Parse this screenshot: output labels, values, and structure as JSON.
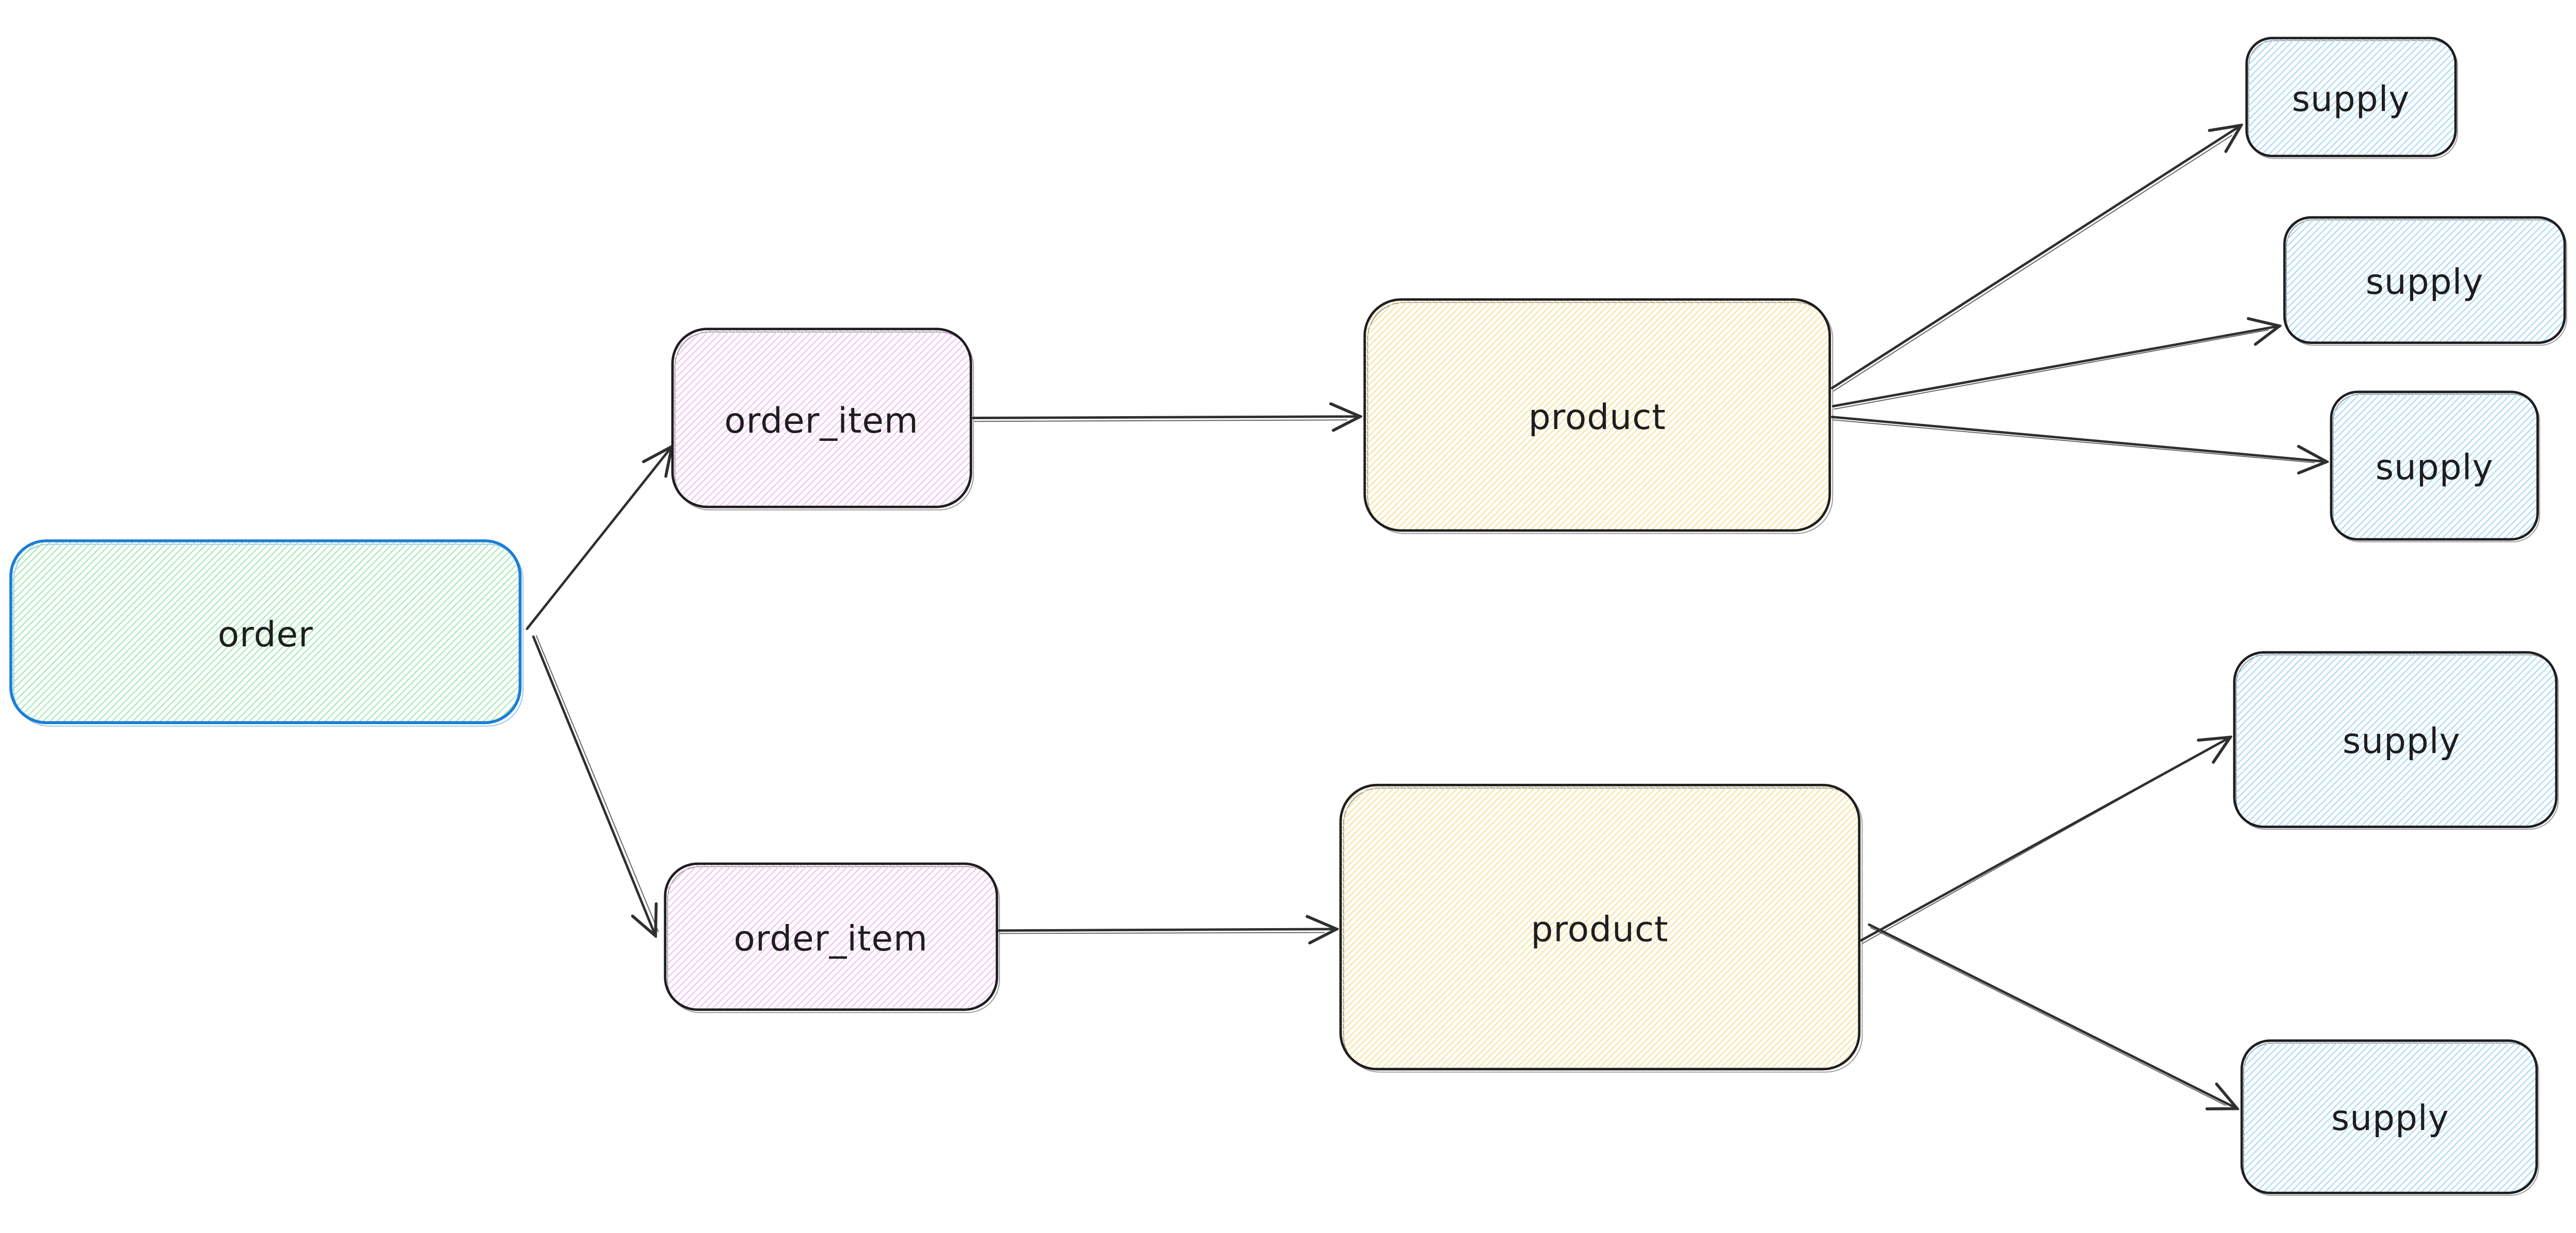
{
  "nodes": [
    {
      "id": "order",
      "label": "order",
      "fill": "green",
      "border": "blue"
    },
    {
      "id": "order_item_1",
      "label": "order_item",
      "fill": "violet",
      "border": "dark"
    },
    {
      "id": "order_item_2",
      "label": "order_item",
      "fill": "violet",
      "border": "dark"
    },
    {
      "id": "product_1",
      "label": "product",
      "fill": "yellow",
      "border": "dark"
    },
    {
      "id": "product_2",
      "label": "product",
      "fill": "yellow",
      "border": "dark"
    },
    {
      "id": "supply_1",
      "label": "supply",
      "fill": "blue",
      "border": "dark"
    },
    {
      "id": "supply_2",
      "label": "supply",
      "fill": "blue",
      "border": "dark"
    },
    {
      "id": "supply_3",
      "label": "supply",
      "fill": "blue",
      "border": "dark"
    },
    {
      "id": "supply_4",
      "label": "supply",
      "fill": "blue",
      "border": "dark"
    },
    {
      "id": "supply_5",
      "label": "supply",
      "fill": "blue",
      "border": "dark"
    }
  ],
  "edges": [
    {
      "from": "order",
      "to": "order_item_1"
    },
    {
      "from": "order",
      "to": "order_item_2"
    },
    {
      "from": "order_item_1",
      "to": "product_1"
    },
    {
      "from": "order_item_2",
      "to": "product_2"
    },
    {
      "from": "product_1",
      "to": "supply_1"
    },
    {
      "from": "product_1",
      "to": "supply_2"
    },
    {
      "from": "product_1",
      "to": "supply_3"
    },
    {
      "from": "product_2",
      "to": "supply_4"
    },
    {
      "from": "product_2",
      "to": "supply_5"
    }
  ],
  "colors": {
    "stroke_dark": "#1e1e1e",
    "arrow": "#2f2f2f",
    "order_border": "#1c7ed6",
    "hatch_green": "#9fe8af",
    "hatch_violet": "#f0bdf2",
    "hatch_yellow": "#f6e096",
    "hatch_blue": "#a5d8f7",
    "label": "#1e1e1e",
    "canvas_bg": "#ffffff"
  }
}
